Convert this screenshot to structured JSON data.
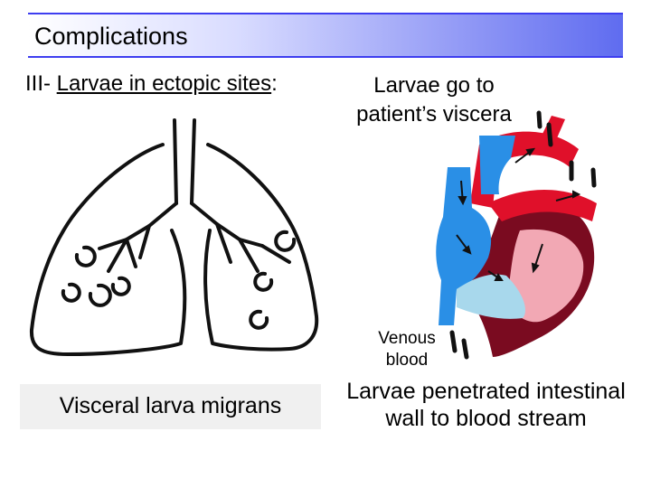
{
  "header": {
    "title": "Complications"
  },
  "section": {
    "prefix": "III- ",
    "heading": "Larvae in ectopic sites",
    "suffix": ":"
  },
  "labels": {
    "larvae_go": "Larvae go to patient’s viscera",
    "venous_blood": "Venous blood",
    "visceral": "Visceral larva migrans",
    "penetrated": "Larvae penetrated intestinal wall to blood stream"
  },
  "colors": {
    "title_bar_accent": "#5f6cf0",
    "heart_red": "#e0102a",
    "heart_blue": "#2a8fe6",
    "heart_dark": "#7a0b20",
    "heart_pink": "#f2a8b4",
    "heart_lightblue": "#a8d8ec"
  }
}
